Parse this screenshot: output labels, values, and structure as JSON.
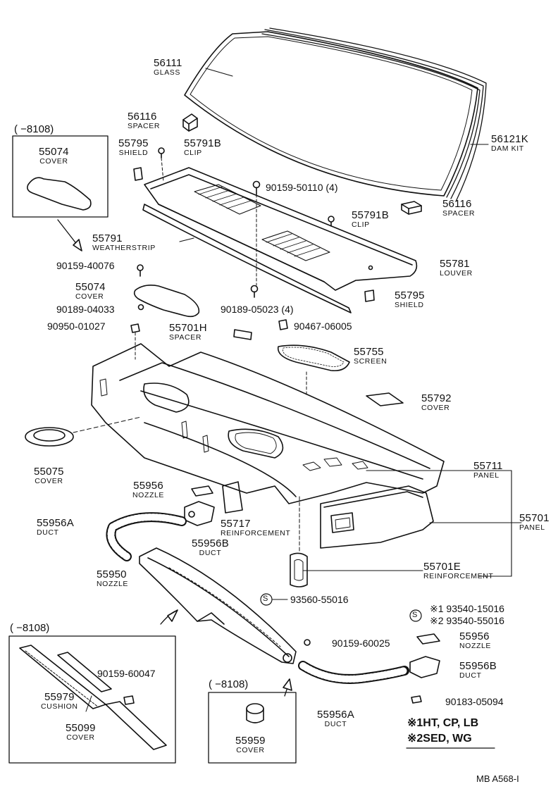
{
  "parts": {
    "p56111": {
      "num": "56111",
      "desc": "GLASS"
    },
    "p56116a": {
      "num": "56116",
      "desc": "SPACER"
    },
    "p56121k": {
      "num": "56121K",
      "desc": "DAM KIT"
    },
    "p55074a": {
      "num": "55074",
      "desc": "COVER"
    },
    "p55795a": {
      "num": "55795",
      "desc": "SHIELD"
    },
    "p55791b_a": {
      "num": "55791B",
      "desc": "CLIP"
    },
    "p90159_50110": {
      "num": "90159-50110 (4)"
    },
    "p55791b_b": {
      "num": "55791B",
      "desc": "CLIP"
    },
    "p56116b": {
      "num": "56116",
      "desc": "SPACER"
    },
    "p55791": {
      "num": "55791",
      "desc": "WEATHERSTRIP"
    },
    "p55781": {
      "num": "55781",
      "desc": "LOUVER"
    },
    "p90159_40076": {
      "num": "90159-40076"
    },
    "p55074b": {
      "num": "55074",
      "desc": "COVER"
    },
    "p55795b": {
      "num": "55795",
      "desc": "SHIELD"
    },
    "p90189_04033": {
      "num": "90189-04033"
    },
    "p90189_05023": {
      "num": "90189-05023 (4)"
    },
    "p90950_01027": {
      "num": "90950-01027"
    },
    "p55701h": {
      "num": "55701H",
      "desc": "SPACER"
    },
    "p90467_06005": {
      "num": "90467-06005"
    },
    "p55755": {
      "num": "55755",
      "desc": "SCREEN"
    },
    "p55792": {
      "num": "55792",
      "desc": "COVER"
    },
    "p55075": {
      "num": "55075",
      "desc": "COVER"
    },
    "p55711": {
      "num": "55711",
      "desc": "PANEL"
    },
    "p55956a": {
      "num": "55956",
      "desc": "NOZZLE"
    },
    "p55701": {
      "num": "55701",
      "desc": "PANEL"
    },
    "p55956a_duct": {
      "num": "55956A",
      "desc": "DUCT"
    },
    "p55717": {
      "num": "55717",
      "desc": "REINFORCEMENT"
    },
    "p55956b_a": {
      "num": "55956B",
      "desc": "DUCT"
    },
    "p55701e": {
      "num": "55701E",
      "desc": "REINFORCEMENT"
    },
    "p55950": {
      "num": "55950",
      "desc": "NOZZLE"
    },
    "p93560": {
      "num": "93560-55016"
    },
    "p93540": {
      "num1": "※1 93540-15016",
      "num2": "※2 93540-55016"
    },
    "p55956b_noz": {
      "num": "55956",
      "desc": "NOZZLE"
    },
    "p90159_60025": {
      "num": "90159-60025"
    },
    "p55956b_b": {
      "num": "55956B",
      "desc": "DUCT"
    },
    "p90159_60047": {
      "num": "90159-60047"
    },
    "p55979": {
      "num": "55979",
      "desc": "CUSHION"
    },
    "p55099": {
      "num": "55099",
      "desc": "COVER"
    },
    "p90183_05094": {
      "num": "90183-05094"
    },
    "p55956a_duct2": {
      "num": "55956A",
      "desc": "DUCT"
    },
    "p55959": {
      "num": "55959",
      "desc": "COVER"
    }
  },
  "period_tags": {
    "top_left": "(    −8108)",
    "bottom_left": "(    −8108)",
    "bottom_mid": "(   −8108)"
  },
  "s_mark": "S",
  "legend": {
    "line1": "※1HT, CP, LB",
    "line2": "※2SED, WG"
  },
  "footer": "MB  A568-I"
}
